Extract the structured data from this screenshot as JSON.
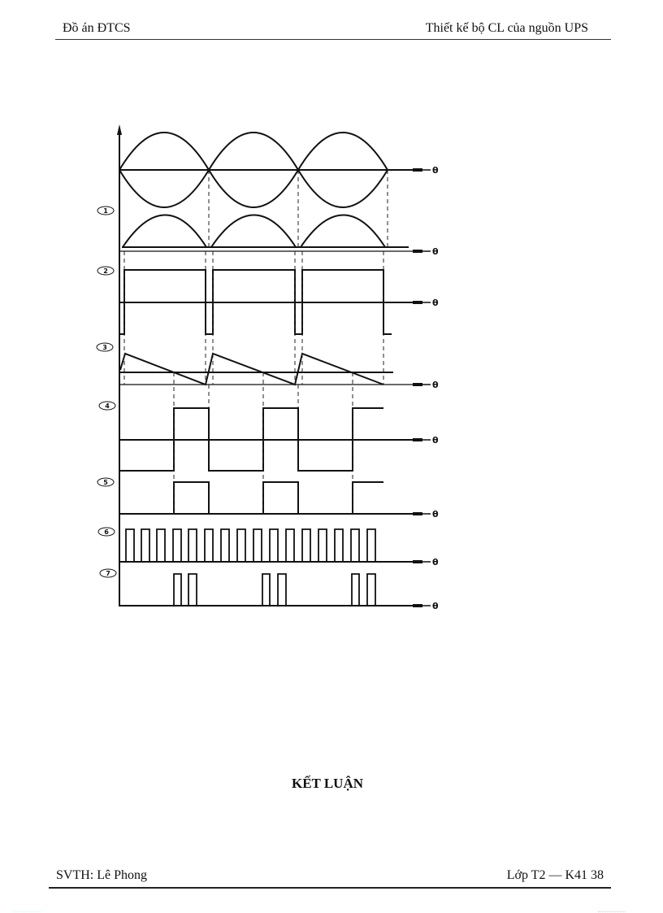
{
  "header": {
    "left": "Đồ án ĐTCS",
    "right": "Thiết kế bộ CL của  nguồn UPS"
  },
  "footer": {
    "left": "SVTH: Lê Phong",
    "right": "Lớp T2 — K41   38"
  },
  "section_title": "KẾT LUẬN",
  "diagram": {
    "type": "timing-diagram",
    "axis_label": "θ",
    "trace_labels": [
      "1",
      "2",
      "3",
      "4",
      "5",
      "6",
      "7"
    ],
    "traces": [
      {
        "id": "0",
        "name": "three-phase sync sine (±)",
        "label": ""
      },
      {
        "id": "1",
        "name": "rectified sine",
        "label": "1"
      },
      {
        "id": "2",
        "name": "sync pulse",
        "label": "2"
      },
      {
        "id": "3",
        "name": "sawtooth ramp with control level",
        "label": "3"
      },
      {
        "id": "4",
        "name": "comparator output",
        "label": "4"
      },
      {
        "id": "5",
        "name": "gated pulse",
        "label": "5"
      },
      {
        "id": "6",
        "name": "high-frequency carrier pulses",
        "label": "6"
      },
      {
        "id": "7",
        "name": "firing pulse train",
        "label": "7"
      }
    ],
    "half_periods": 3
  }
}
